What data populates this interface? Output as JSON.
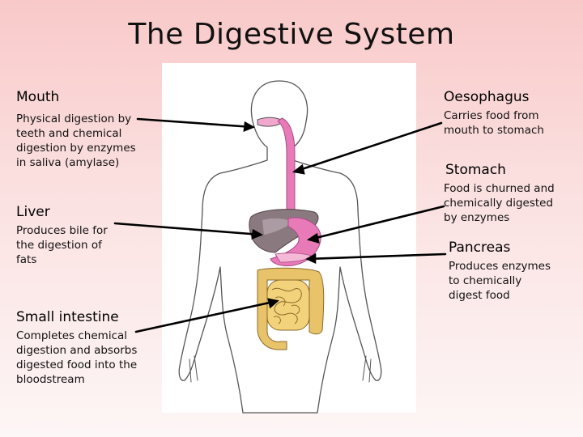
{
  "title": "The Digestive System",
  "parts": {
    "mouth": {
      "name": "Mouth",
      "desc": [
        "Physical digestion by",
        "teeth and chemical",
        "digestion by enzymes",
        "in saliva (amylase)"
      ]
    },
    "liver": {
      "name": "Liver",
      "desc": [
        "Produces bile for",
        "the digestion of",
        "fats"
      ]
    },
    "small_intestine": {
      "name": "Small intestine",
      "desc": [
        "Completes chemical",
        "digestion and absorbs",
        "digested food into the",
        "bloodstream"
      ]
    },
    "oesophagus": {
      "name": "Oesophagus",
      "desc": [
        "Carries food from",
        "mouth to stomach"
      ]
    },
    "stomach": {
      "name": "Stomach",
      "desc": [
        "Food is churned and",
        "chemically digested",
        "by enzymes"
      ]
    },
    "pancreas": {
      "name": "Pancreas",
      "desc": [
        "Produces enzymes",
        "to chemically",
        "digest food"
      ]
    }
  },
  "colors": {
    "background_top": "#f9c9c9",
    "oesophagus_stomach": "#e87ab8",
    "liver": "#8a7a80",
    "small_intestine": "#f2d27a",
    "large_intestine": "#e8c36a"
  }
}
